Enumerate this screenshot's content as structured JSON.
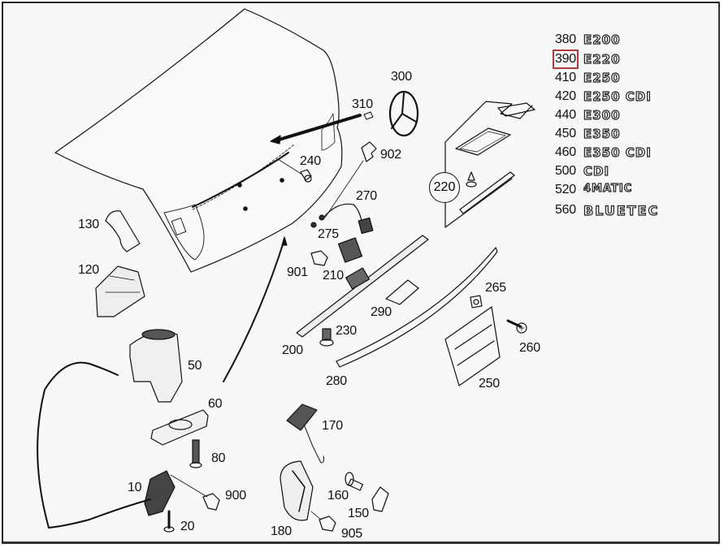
{
  "diagram": {
    "title": "Trunk lid / boot lid exploded parts diagram",
    "callouts": [
      {
        "id": "310",
        "label": "310"
      },
      {
        "id": "300",
        "label": "300"
      },
      {
        "id": "240",
        "label": "240"
      },
      {
        "id": "902",
        "label": "902"
      },
      {
        "id": "220",
        "label": "220"
      },
      {
        "id": "130",
        "label": "130"
      },
      {
        "id": "270",
        "label": "270"
      },
      {
        "id": "275",
        "label": "275"
      },
      {
        "id": "120",
        "label": "120"
      },
      {
        "id": "901",
        "label": "901"
      },
      {
        "id": "210",
        "label": "210"
      },
      {
        "id": "265",
        "label": "265"
      },
      {
        "id": "290",
        "label": "290"
      },
      {
        "id": "230",
        "label": "230"
      },
      {
        "id": "260",
        "label": "260"
      },
      {
        "id": "200",
        "label": "200"
      },
      {
        "id": "50",
        "label": "50"
      },
      {
        "id": "280",
        "label": "280"
      },
      {
        "id": "250",
        "label": "250"
      },
      {
        "id": "60",
        "label": "60"
      },
      {
        "id": "170",
        "label": "170"
      },
      {
        "id": "80",
        "label": "80"
      },
      {
        "id": "10",
        "label": "10"
      },
      {
        "id": "900",
        "label": "900"
      },
      {
        "id": "160",
        "label": "160"
      },
      {
        "id": "150",
        "label": "150"
      },
      {
        "id": "20",
        "label": "20"
      },
      {
        "id": "180",
        "label": "180"
      },
      {
        "id": "905",
        "label": "905"
      }
    ]
  },
  "legend": {
    "selected": "390",
    "selected_color": "#b03a3e",
    "items": [
      {
        "number": "380",
        "badge": "E200"
      },
      {
        "number": "390",
        "badge": "E220"
      },
      {
        "number": "410",
        "badge": "E250"
      },
      {
        "number": "420",
        "badge": "E250 CDI"
      },
      {
        "number": "440",
        "badge": "E300"
      },
      {
        "number": "450",
        "badge": "E350"
      },
      {
        "number": "460",
        "badge": "E350 CDI"
      },
      {
        "number": "500",
        "badge": "CDI"
      },
      {
        "number": "520",
        "badge": "4MATIC"
      },
      {
        "number": "560",
        "badge": "BLUETEC"
      }
    ]
  }
}
